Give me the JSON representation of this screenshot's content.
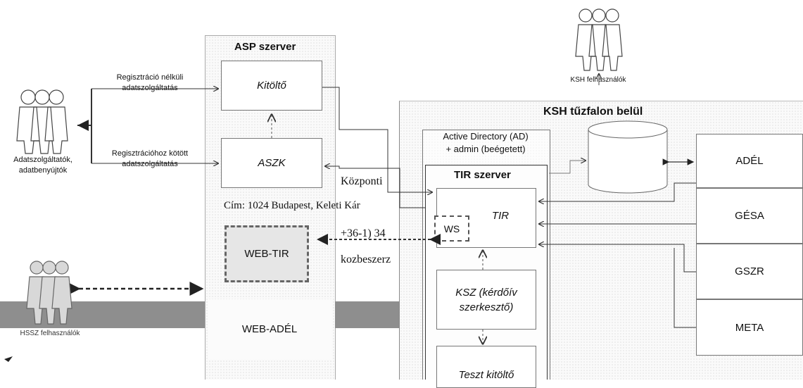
{
  "asp": {
    "title": "ASP szerver",
    "kitolto": "Kitöltő",
    "aszk": "ASZK"
  },
  "edges": {
    "reg_none": [
      "Regisztráció nélküli",
      "adatszolgáltatás"
    ],
    "reg_linked": [
      "Regisztrációhoz kötött",
      "adatszolgáltatás"
    ]
  },
  "actors": {
    "left": [
      "Adatszolgáltatók,",
      "adatbenyújtók"
    ],
    "ksh_users": "KSH felhasználók",
    "hssz_users": "HSSZ felhasználók"
  },
  "ksh": {
    "zone_title": "KSH tűzfalon belül",
    "ad": [
      "Active Directory (AD)",
      "+ admin (beégetett)"
    ]
  },
  "tir": {
    "title": "TIR szerver",
    "tir": "TIR",
    "ws": "WS",
    "ksz": [
      "KSZ (kérdőív",
      "szerkesztő)"
    ],
    "teszt": "Teszt kitöltő"
  },
  "web": {
    "webtir": "WEB-TIR",
    "webadel": "WEB-ADÉL"
  },
  "right": {
    "adel": "ADÉL",
    "gesa": "GÉSA",
    "gszr": "GSZR",
    "meta": "META"
  },
  "overlay": {
    "kozponti": "Központi",
    "cim": "Cím: 1024 Budapest, Keleti Kár",
    "phone": "+36-1) 34",
    "email": "kozbeszerz"
  }
}
